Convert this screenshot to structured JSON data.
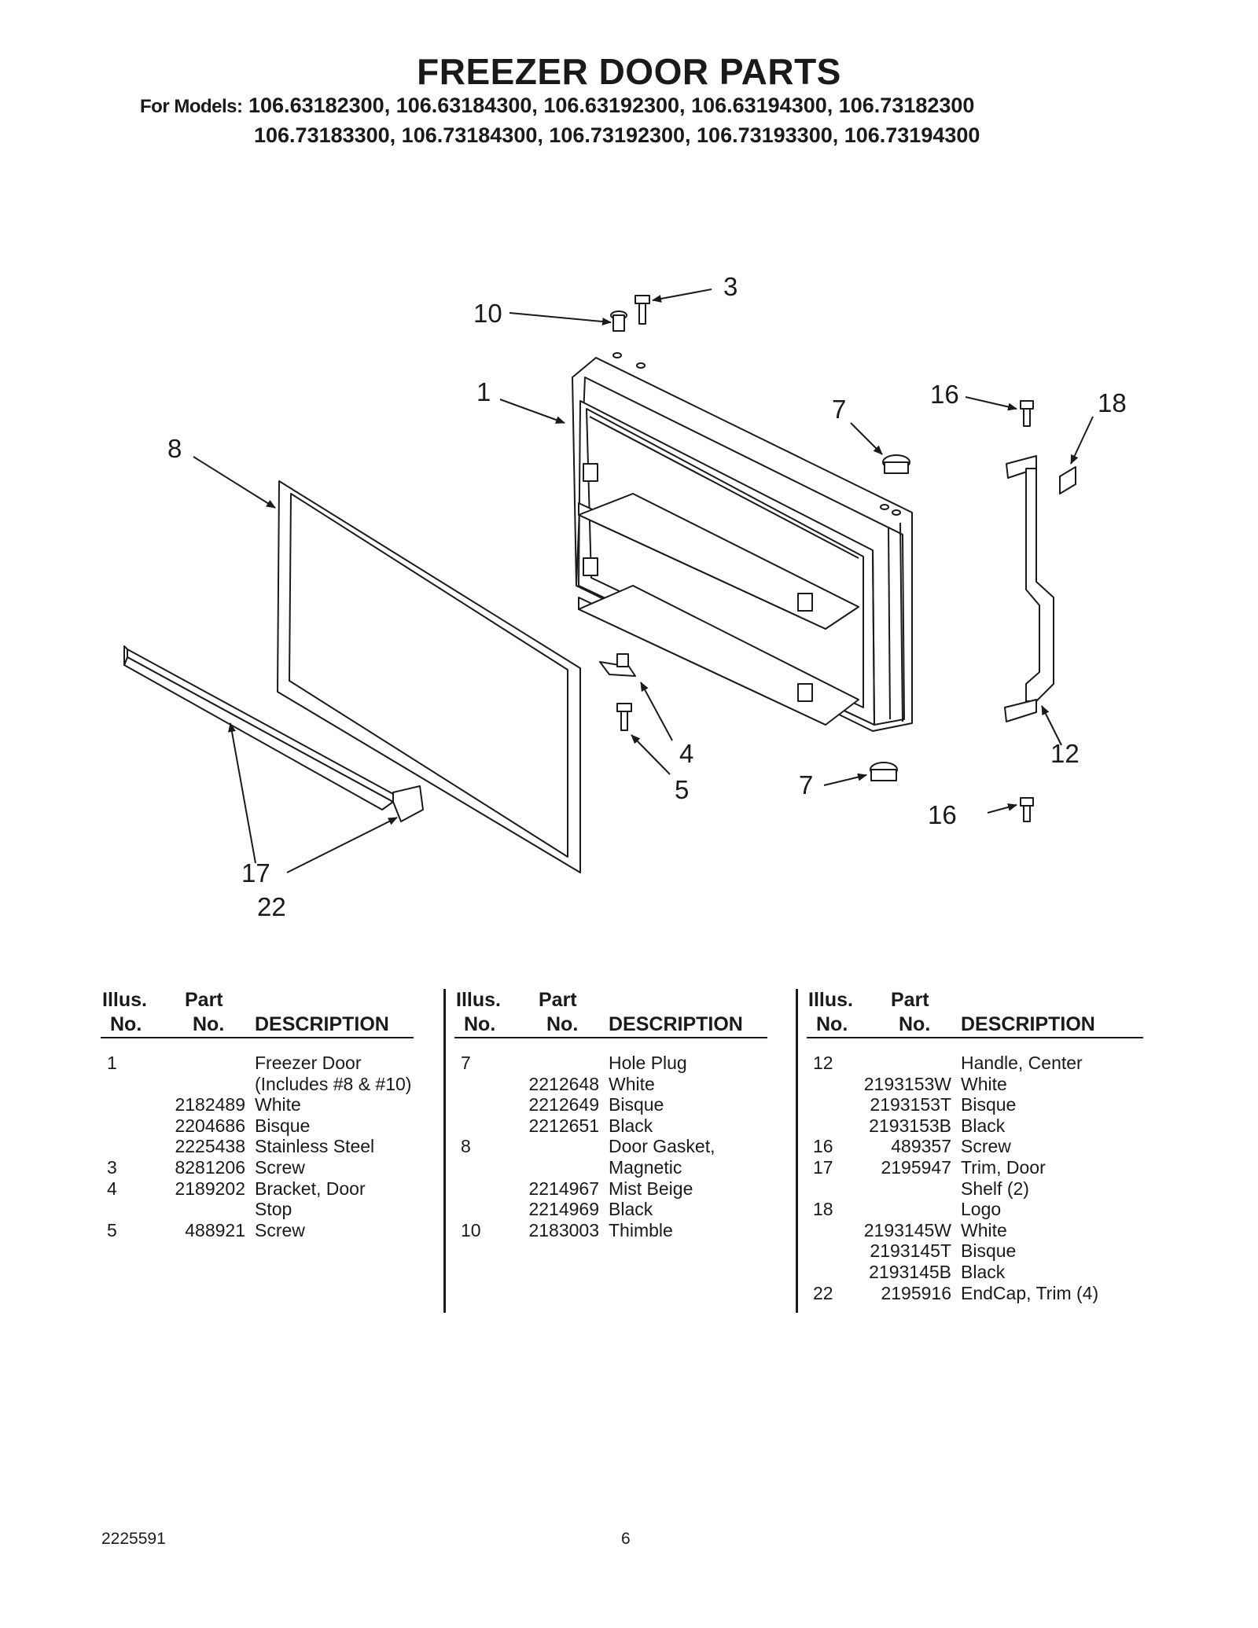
{
  "header": {
    "title": "FREEZER DOOR PARTS",
    "models_label": "For Models:",
    "models_line1": "106.63182300, 106.63184300, 106.63192300, 106.63194300, 106.73182300",
    "models_line2": "106.73183300, 106.73184300, 106.73192300, 106.73193300, 106.73194300"
  },
  "diagram": {
    "callouts": [
      "3",
      "10",
      "1",
      "7",
      "16",
      "18",
      "8",
      "4",
      "5",
      "7",
      "12",
      "16",
      "17",
      "22"
    ]
  },
  "table_headers": {
    "illus_line1": "Illus.",
    "illus_line2": "No.",
    "part_line1": "Part",
    "part_line2": "No.",
    "description": "DESCRIPTION"
  },
  "parts_tables": [
    {
      "rows": [
        {
          "illus": "1",
          "part": "",
          "desc": "Freezer Door"
        },
        {
          "illus": "",
          "part": "",
          "desc": "(Includes #8 & #10)"
        },
        {
          "illus": "",
          "part": "2182489",
          "desc": "White"
        },
        {
          "illus": "",
          "part": "2204686",
          "desc": "Bisque"
        },
        {
          "illus": "",
          "part": "2225438",
          "desc": "Stainless Steel"
        },
        {
          "illus": "3",
          "part": "8281206",
          "desc": "Screw"
        },
        {
          "illus": "4",
          "part": "2189202",
          "desc": "Bracket, Door"
        },
        {
          "illus": "",
          "part": "",
          "desc": "Stop"
        },
        {
          "illus": "5",
          "part": "488921",
          "desc": "Screw"
        }
      ]
    },
    {
      "rows": [
        {
          "illus": "7",
          "part": "",
          "desc": "Hole Plug"
        },
        {
          "illus": "",
          "part": "2212648",
          "desc": "White"
        },
        {
          "illus": "",
          "part": "2212649",
          "desc": "Bisque"
        },
        {
          "illus": "",
          "part": "2212651",
          "desc": "Black"
        },
        {
          "illus": "8",
          "part": "",
          "desc": "Door Gasket,"
        },
        {
          "illus": "",
          "part": "",
          "desc": "Magnetic"
        },
        {
          "illus": "",
          "part": "2214967",
          "desc": "Mist Beige"
        },
        {
          "illus": "",
          "part": "2214969",
          "desc": "Black"
        },
        {
          "illus": "10",
          "part": "2183003",
          "desc": "Thimble"
        }
      ]
    },
    {
      "rows": [
        {
          "illus": "12",
          "part": "",
          "desc": "Handle, Center"
        },
        {
          "illus": "",
          "part": "2193153W",
          "desc": "White"
        },
        {
          "illus": "",
          "part": "2193153T",
          "desc": "Bisque"
        },
        {
          "illus": "",
          "part": "2193153B",
          "desc": "Black"
        },
        {
          "illus": "16",
          "part": "489357",
          "desc": "Screw"
        },
        {
          "illus": "17",
          "part": "2195947",
          "desc": "Trim, Door"
        },
        {
          "illus": "",
          "part": "",
          "desc": "Shelf (2)"
        },
        {
          "illus": "18",
          "part": "",
          "desc": "Logo"
        },
        {
          "illus": "",
          "part": "2193145W",
          "desc": "White"
        },
        {
          "illus": "",
          "part": "2193145T",
          "desc": "Bisque"
        },
        {
          "illus": "",
          "part": "2193145B",
          "desc": "Black"
        },
        {
          "illus": "22",
          "part": "2195916",
          "desc": "EndCap, Trim (4)"
        }
      ]
    }
  ],
  "footer": {
    "doc_number": "2225591",
    "page_number": "6"
  }
}
